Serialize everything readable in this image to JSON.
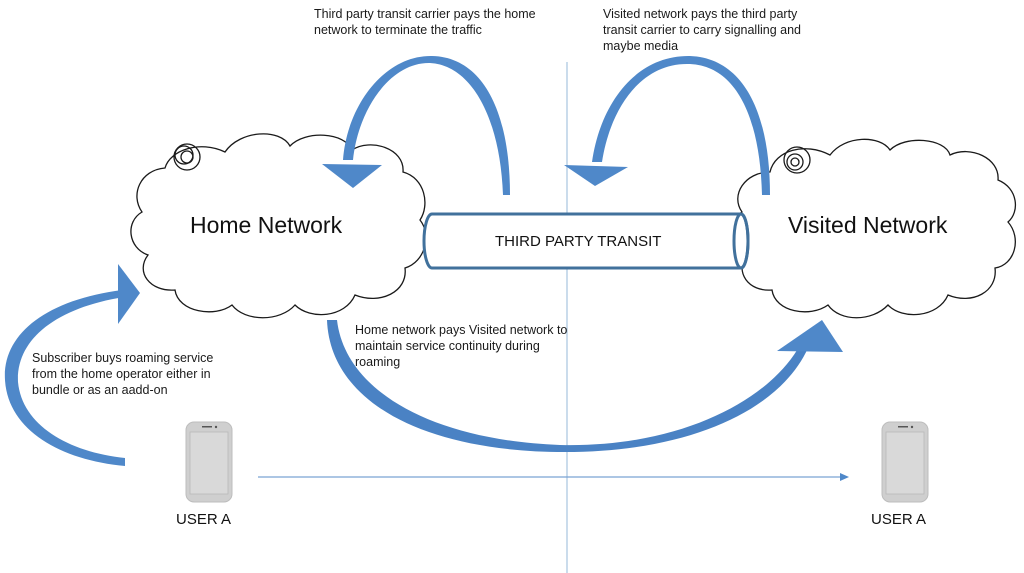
{
  "colors": {
    "arrow_blue": "#4f88c9",
    "arrow_blue_dark": "#3f74b3",
    "pipe_stroke": "#41719c",
    "divider": "#a8c4e0",
    "flow_line": "#7aa3d4",
    "phone_body": "#c9c9c9",
    "phone_screen": "#d6d6d6"
  },
  "nodes": {
    "home_network": {
      "label": "Home Network"
    },
    "visited_network": {
      "label": "Visited Network"
    },
    "transit": {
      "label": "THIRD PARTY TRANSIT"
    },
    "user_home": {
      "label": "USER A"
    },
    "user_visited": {
      "label": "USER A"
    }
  },
  "annotations": {
    "transit_pays_home": "Third party transit carrier pays the home network to terminate the traffic",
    "visited_pays_transit": "Visited network pays the third party transit carrier to carry signalling and maybe media",
    "home_pays_visited": "Home network pays  Visited network to maintain service continuity during roaming",
    "subscriber_buys": "Subscriber buys roaming service from the home operator either in bundle  or as an aadd-on"
  },
  "flows": [
    {
      "from": "transit",
      "to": "home_network",
      "meaning": "payment"
    },
    {
      "from": "visited_network",
      "to": "transit",
      "meaning": "payment"
    },
    {
      "from": "home_network",
      "to": "visited_network",
      "meaning": "payment"
    },
    {
      "from": "user_home",
      "to": "home_network",
      "meaning": "purchase"
    },
    {
      "from": "user_home",
      "to": "user_visited",
      "meaning": "roaming movement"
    }
  ]
}
